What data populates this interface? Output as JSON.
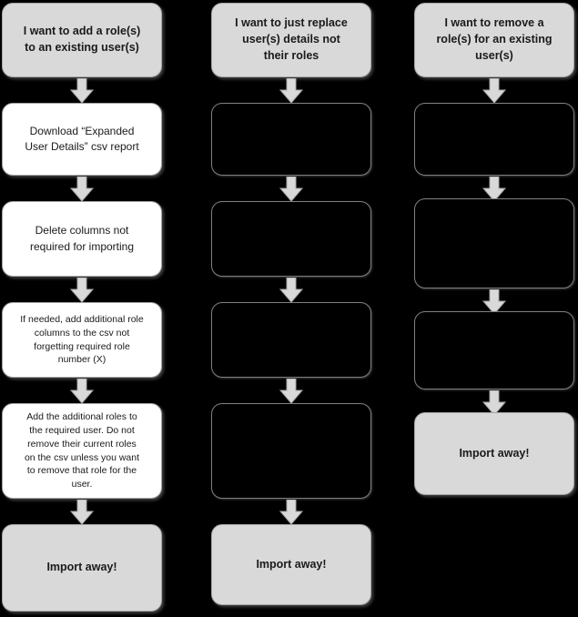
{
  "diagram": {
    "title": "User import flowchart",
    "background_color": "#000000",
    "node_fill_gray": "#d9d9d9",
    "node_fill_white": "#ffffff",
    "node_fill_black": "#000000",
    "node_border_color": "#a6a6a6",
    "arrow_color": "#d9d9d9",
    "arrow_border_color": "#a6a6a6"
  },
  "columns": [
    {
      "id": "column-add-role",
      "nodes": [
        {
          "id": "add-role-start",
          "fill": "gray",
          "bold": true,
          "text": "I want to add a role(s)\nto an existing user(s)"
        },
        {
          "id": "add-role-step-1",
          "fill": "white",
          "bold": false,
          "text": "Download “Expanded\nUser Details” csv report"
        },
        {
          "id": "add-role-step-2",
          "fill": "white",
          "bold": false,
          "text": "Delete columns not\nrequired for importing"
        },
        {
          "id": "add-role-step-3",
          "fill": "white",
          "bold": false,
          "text": "If needed, add additional role\ncolumns to the csv not\nforgetting required role\nnumber (X)"
        },
        {
          "id": "add-role-step-4",
          "fill": "white",
          "bold": false,
          "text": "Add the additional roles to\nthe required user.  Do not\nremove their current roles\non the csv unless you want\nto remove that role for the\nuser."
        },
        {
          "id": "add-role-end",
          "fill": "gray",
          "bold": true,
          "text": "Import away!"
        }
      ]
    },
    {
      "id": "column-replace-details",
      "nodes": [
        {
          "id": "replace-start",
          "fill": "gray",
          "bold": true,
          "text": "I want to just replace\nuser(s) details not\ntheir roles"
        },
        {
          "id": "replace-step-1",
          "fill": "black",
          "bold": false,
          "text": ""
        },
        {
          "id": "replace-step-2",
          "fill": "black",
          "bold": false,
          "text": ""
        },
        {
          "id": "replace-step-3",
          "fill": "black",
          "bold": false,
          "text": ""
        },
        {
          "id": "replace-step-4",
          "fill": "black",
          "bold": false,
          "text": ""
        },
        {
          "id": "replace-end",
          "fill": "gray",
          "bold": true,
          "text": "Import away!"
        }
      ]
    },
    {
      "id": "column-remove-role",
      "nodes": [
        {
          "id": "remove-start",
          "fill": "gray",
          "bold": true,
          "text": "I want to remove a\nrole(s) for an existing\nuser(s)"
        },
        {
          "id": "remove-step-1",
          "fill": "black",
          "bold": false,
          "text": ""
        },
        {
          "id": "remove-step-2",
          "fill": "black",
          "bold": false,
          "text": ""
        },
        {
          "id": "remove-step-3",
          "fill": "black",
          "bold": false,
          "text": ""
        },
        {
          "id": "remove-end",
          "fill": "gray",
          "bold": true,
          "text": "Import away!"
        }
      ]
    }
  ]
}
